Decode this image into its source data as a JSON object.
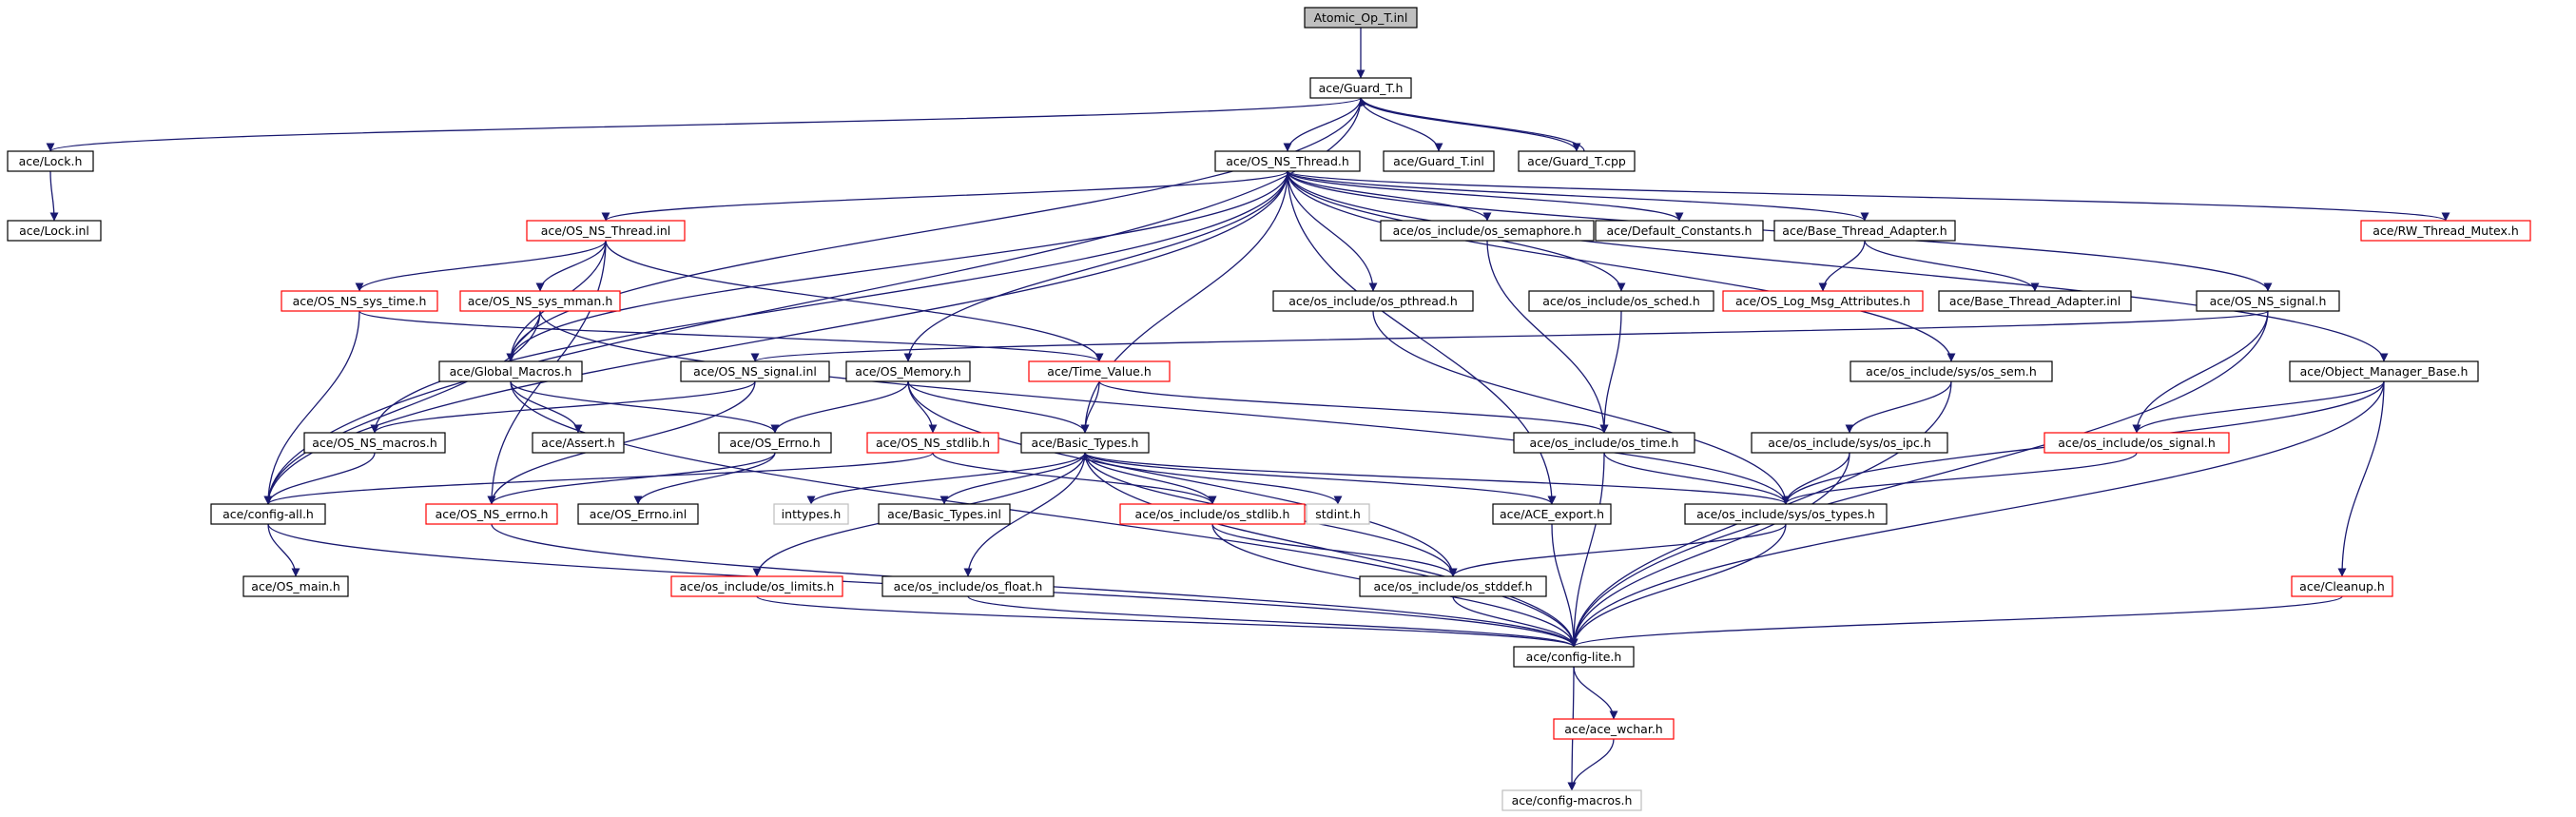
{
  "diagram": {
    "nodes": [
      {
        "id": "atomic_op_t_inl",
        "label": "Atomic_Op_T.inl",
        "style": "root"
      },
      {
        "id": "guard_t_h",
        "label": "ace/Guard_T.h",
        "style": "normal"
      },
      {
        "id": "lock_h",
        "label": "ace/Lock.h",
        "style": "normal"
      },
      {
        "id": "lock_inl",
        "label": "ace/Lock.inl",
        "style": "normal"
      },
      {
        "id": "os_ns_thread_h",
        "label": "ace/OS_NS_Thread.h",
        "style": "normal"
      },
      {
        "id": "guard_t_inl",
        "label": "ace/Guard_T.inl",
        "style": "normal"
      },
      {
        "id": "guard_t_cpp",
        "label": "ace/Guard_T.cpp",
        "style": "normal"
      },
      {
        "id": "os_ns_thread_inl",
        "label": "ace/OS_NS_Thread.inl",
        "style": "truncated"
      },
      {
        "id": "os_semaphore_h",
        "label": "ace/os_include/os_semaphore.h",
        "style": "normal"
      },
      {
        "id": "default_constants_h",
        "label": "ace/Default_Constants.h",
        "style": "normal"
      },
      {
        "id": "base_thread_adapter_h",
        "label": "ace/Base_Thread_Adapter.h",
        "style": "normal"
      },
      {
        "id": "rw_thread_mutex_h",
        "label": "ace/RW_Thread_Mutex.h",
        "style": "truncated"
      },
      {
        "id": "os_ns_sys_time_h",
        "label": "ace/OS_NS_sys_time.h",
        "style": "truncated"
      },
      {
        "id": "os_ns_sys_mman_h",
        "label": "ace/OS_NS_sys_mman.h",
        "style": "truncated"
      },
      {
        "id": "os_pthread_h",
        "label": "ace/os_include/os_pthread.h",
        "style": "normal"
      },
      {
        "id": "os_sched_h",
        "label": "ace/os_include/os_sched.h",
        "style": "normal"
      },
      {
        "id": "os_log_msg_attributes_h",
        "label": "ace/OS_Log_Msg_Attributes.h",
        "style": "truncated"
      },
      {
        "id": "base_thread_adapter_inl",
        "label": "ace/Base_Thread_Adapter.inl",
        "style": "normal"
      },
      {
        "id": "os_ns_signal_h",
        "label": "ace/OS_NS_signal.h",
        "style": "normal"
      },
      {
        "id": "global_macros_h",
        "label": "ace/Global_Macros.h",
        "style": "normal"
      },
      {
        "id": "os_ns_signal_inl",
        "label": "ace/OS_NS_signal.inl",
        "style": "normal"
      },
      {
        "id": "os_memory_h",
        "label": "ace/OS_Memory.h",
        "style": "normal"
      },
      {
        "id": "time_value_h",
        "label": "ace/Time_Value.h",
        "style": "truncated"
      },
      {
        "id": "sys_os_sem_h",
        "label": "ace/os_include/sys/os_sem.h",
        "style": "normal"
      },
      {
        "id": "object_manager_base_h",
        "label": "ace/Object_Manager_Base.h",
        "style": "normal"
      },
      {
        "id": "os_ns_macros_h",
        "label": "ace/OS_NS_macros.h",
        "style": "normal"
      },
      {
        "id": "assert_h",
        "label": "ace/Assert.h",
        "style": "normal"
      },
      {
        "id": "os_errno_h",
        "label": "ace/OS_Errno.h",
        "style": "normal"
      },
      {
        "id": "os_ns_stdlib_h",
        "label": "ace/OS_NS_stdlib.h",
        "style": "truncated"
      },
      {
        "id": "basic_types_h",
        "label": "ace/Basic_Types.h",
        "style": "normal"
      },
      {
        "id": "os_time_h",
        "label": "ace/os_include/os_time.h",
        "style": "normal"
      },
      {
        "id": "sys_os_ipc_h",
        "label": "ace/os_include/sys/os_ipc.h",
        "style": "normal"
      },
      {
        "id": "os_signal_h",
        "label": "ace/os_include/os_signal.h",
        "style": "truncated"
      },
      {
        "id": "config_all_h",
        "label": "ace/config-all.h",
        "style": "normal"
      },
      {
        "id": "os_ns_errno_h",
        "label": "ace/OS_NS_errno.h",
        "style": "truncated"
      },
      {
        "id": "os_errno_inl",
        "label": "ace/OS_Errno.inl",
        "style": "normal"
      },
      {
        "id": "inttypes_h",
        "label": "inttypes.h",
        "style": "external"
      },
      {
        "id": "basic_types_inl",
        "label": "ace/Basic_Types.inl",
        "style": "normal"
      },
      {
        "id": "os_stdlib_h",
        "label": "ace/os_include/os_stdlib.h",
        "style": "truncated"
      },
      {
        "id": "stdint_h",
        "label": "stdint.h",
        "style": "external"
      },
      {
        "id": "ace_export_h",
        "label": "ace/ACE_export.h",
        "style": "normal"
      },
      {
        "id": "sys_os_types_h",
        "label": "ace/os_include/sys/os_types.h",
        "style": "normal"
      },
      {
        "id": "os_main_h",
        "label": "ace/OS_main.h",
        "style": "normal"
      },
      {
        "id": "os_limits_h",
        "label": "ace/os_include/os_limits.h",
        "style": "truncated"
      },
      {
        "id": "os_float_h",
        "label": "ace/os_include/os_float.h",
        "style": "normal"
      },
      {
        "id": "os_stddef_h",
        "label": "ace/os_include/os_stddef.h",
        "style": "normal"
      },
      {
        "id": "cleanup_h",
        "label": "ace/Cleanup.h",
        "style": "truncated"
      },
      {
        "id": "config_lite_h",
        "label": "ace/config-lite.h",
        "style": "normal"
      },
      {
        "id": "ace_wchar_h",
        "label": "ace/ace_wchar.h",
        "style": "truncated"
      },
      {
        "id": "config_macros_h",
        "label": "ace/config-macros.h",
        "style": "external"
      }
    ],
    "edges": [
      [
        "atomic_op_t_inl",
        "guard_t_h"
      ],
      [
        "guard_t_h",
        "lock_h"
      ],
      [
        "guard_t_h",
        "os_ns_thread_h"
      ],
      [
        "guard_t_h",
        "guard_t_inl"
      ],
      [
        "guard_t_h",
        "guard_t_cpp"
      ],
      [
        "guard_t_h",
        "global_macros_h"
      ],
      [
        "guard_t_h",
        "config_all_h"
      ],
      [
        "guard_t_cpp",
        "guard_t_h"
      ],
      [
        "lock_h",
        "lock_inl"
      ],
      [
        "os_ns_thread_h",
        "os_ns_thread_inl"
      ],
      [
        "os_ns_thread_h",
        "os_semaphore_h"
      ],
      [
        "os_ns_thread_h",
        "default_constants_h"
      ],
      [
        "os_ns_thread_h",
        "base_thread_adapter_h"
      ],
      [
        "os_ns_thread_h",
        "rw_thread_mutex_h"
      ],
      [
        "os_ns_thread_h",
        "os_pthread_h"
      ],
      [
        "os_ns_thread_h",
        "os_sched_h"
      ],
      [
        "os_ns_thread_h",
        "os_ns_signal_h"
      ],
      [
        "os_ns_thread_h",
        "global_macros_h"
      ],
      [
        "os_ns_thread_h",
        "os_memory_h"
      ],
      [
        "os_ns_thread_h",
        "basic_types_h"
      ],
      [
        "os_ns_thread_h",
        "ace_export_h"
      ],
      [
        "os_ns_thread_h",
        "sys_os_sem_h"
      ],
      [
        "os_ns_thread_h",
        "object_manager_base_h"
      ],
      [
        "os_ns_thread_h",
        "config_all_h"
      ],
      [
        "os_ns_thread_h",
        "os_ns_macros_h"
      ],
      [
        "os_ns_thread_inl",
        "os_ns_sys_time_h"
      ],
      [
        "os_ns_thread_inl",
        "os_ns_sys_mman_h"
      ],
      [
        "os_ns_thread_inl",
        "time_value_h"
      ],
      [
        "os_ns_thread_inl",
        "os_ns_errno_h"
      ],
      [
        "os_ns_thread_inl",
        "global_macros_h"
      ],
      [
        "os_ns_sys_time_h",
        "time_value_h"
      ],
      [
        "os_ns_sys_time_h",
        "config_all_h"
      ],
      [
        "os_ns_sys_mman_h",
        "global_macros_h"
      ],
      [
        "os_ns_sys_mman_h",
        "sys_os_types_h"
      ],
      [
        "os_ns_sys_mman_h",
        "config_all_h"
      ],
      [
        "base_thread_adapter_h",
        "os_log_msg_attributes_h"
      ],
      [
        "base_thread_adapter_h",
        "base_thread_adapter_inl"
      ],
      [
        "os_semaphore_h",
        "os_time_h"
      ],
      [
        "os_pthread_h",
        "sys_os_types_h"
      ],
      [
        "os_sched_h",
        "os_time_h"
      ],
      [
        "os_ns_signal_h",
        "os_ns_signal_inl"
      ],
      [
        "os_ns_signal_h",
        "os_signal_h"
      ],
      [
        "os_ns_signal_h",
        "config_lite_h"
      ],
      [
        "global_macros_h",
        "assert_h"
      ],
      [
        "global_macros_h",
        "os_errno_h"
      ],
      [
        "global_macros_h",
        "config_lite_h"
      ],
      [
        "os_ns_signal_inl",
        "os_ns_macros_h"
      ],
      [
        "os_ns_signal_inl",
        "os_ns_errno_h"
      ],
      [
        "os_memory_h",
        "os_errno_h"
      ],
      [
        "os_memory_h",
        "basic_types_h"
      ],
      [
        "os_memory_h",
        "os_ns_stdlib_h"
      ],
      [
        "os_memory_h",
        "os_stddef_h"
      ],
      [
        "time_value_h",
        "basic_types_h"
      ],
      [
        "time_value_h",
        "os_time_h"
      ],
      [
        "sys_os_sem_h",
        "sys_os_ipc_h"
      ],
      [
        "sys_os_sem_h",
        "config_lite_h"
      ],
      [
        "object_manager_base_h",
        "os_signal_h"
      ],
      [
        "object_manager_base_h",
        "sys_os_types_h"
      ],
      [
        "object_manager_base_h",
        "cleanup_h"
      ],
      [
        "object_manager_base_h",
        "config_lite_h"
      ],
      [
        "os_ns_macros_h",
        "config_all_h"
      ],
      [
        "os_errno_h",
        "os_ns_errno_h"
      ],
      [
        "os_errno_h",
        "os_errno_inl"
      ],
      [
        "os_ns_stdlib_h",
        "os_stdlib_h"
      ],
      [
        "os_ns_stdlib_h",
        "config_all_h"
      ],
      [
        "basic_types_h",
        "inttypes_h"
      ],
      [
        "basic_types_h",
        "basic_types_inl"
      ],
      [
        "basic_types_h",
        "os_stdlib_h"
      ],
      [
        "basic_types_h",
        "stdint_h"
      ],
      [
        "basic_types_h",
        "ace_export_h"
      ],
      [
        "basic_types_h",
        "sys_os_types_h"
      ],
      [
        "basic_types_h",
        "os_limits_h"
      ],
      [
        "basic_types_h",
        "os_float_h"
      ],
      [
        "basic_types_h",
        "os_stddef_h"
      ],
      [
        "basic_types_h",
        "config_lite_h"
      ],
      [
        "os_time_h",
        "sys_os_types_h"
      ],
      [
        "os_time_h",
        "config_lite_h"
      ],
      [
        "sys_os_ipc_h",
        "sys_os_types_h"
      ],
      [
        "sys_os_ipc_h",
        "config_lite_h"
      ],
      [
        "os_signal_h",
        "sys_os_types_h"
      ],
      [
        "config_all_h",
        "os_main_h"
      ],
      [
        "config_all_h",
        "config_lite_h"
      ],
      [
        "os_ns_errno_h",
        "config_lite_h"
      ],
      [
        "os_stdlib_h",
        "os_stddef_h"
      ],
      [
        "os_stdlib_h",
        "config_lite_h"
      ],
      [
        "ace_export_h",
        "config_lite_h"
      ],
      [
        "sys_os_types_h",
        "os_stddef_h"
      ],
      [
        "sys_os_types_h",
        "config_lite_h"
      ],
      [
        "os_limits_h",
        "config_lite_h"
      ],
      [
        "os_float_h",
        "config_lite_h"
      ],
      [
        "os_stddef_h",
        "config_lite_h"
      ],
      [
        "cleanup_h",
        "config_lite_h"
      ],
      [
        "config_lite_h",
        "ace_wchar_h"
      ],
      [
        "config_lite_h",
        "config_macros_h"
      ],
      [
        "ace_wchar_h",
        "config_macros_h"
      ]
    ],
    "colors": {
      "edge": "#191970",
      "normal_border": "#000000",
      "truncated_border": "#ff0000",
      "external_border": "#bfbfbf",
      "root_fill": "#bfbfbf"
    }
  }
}
